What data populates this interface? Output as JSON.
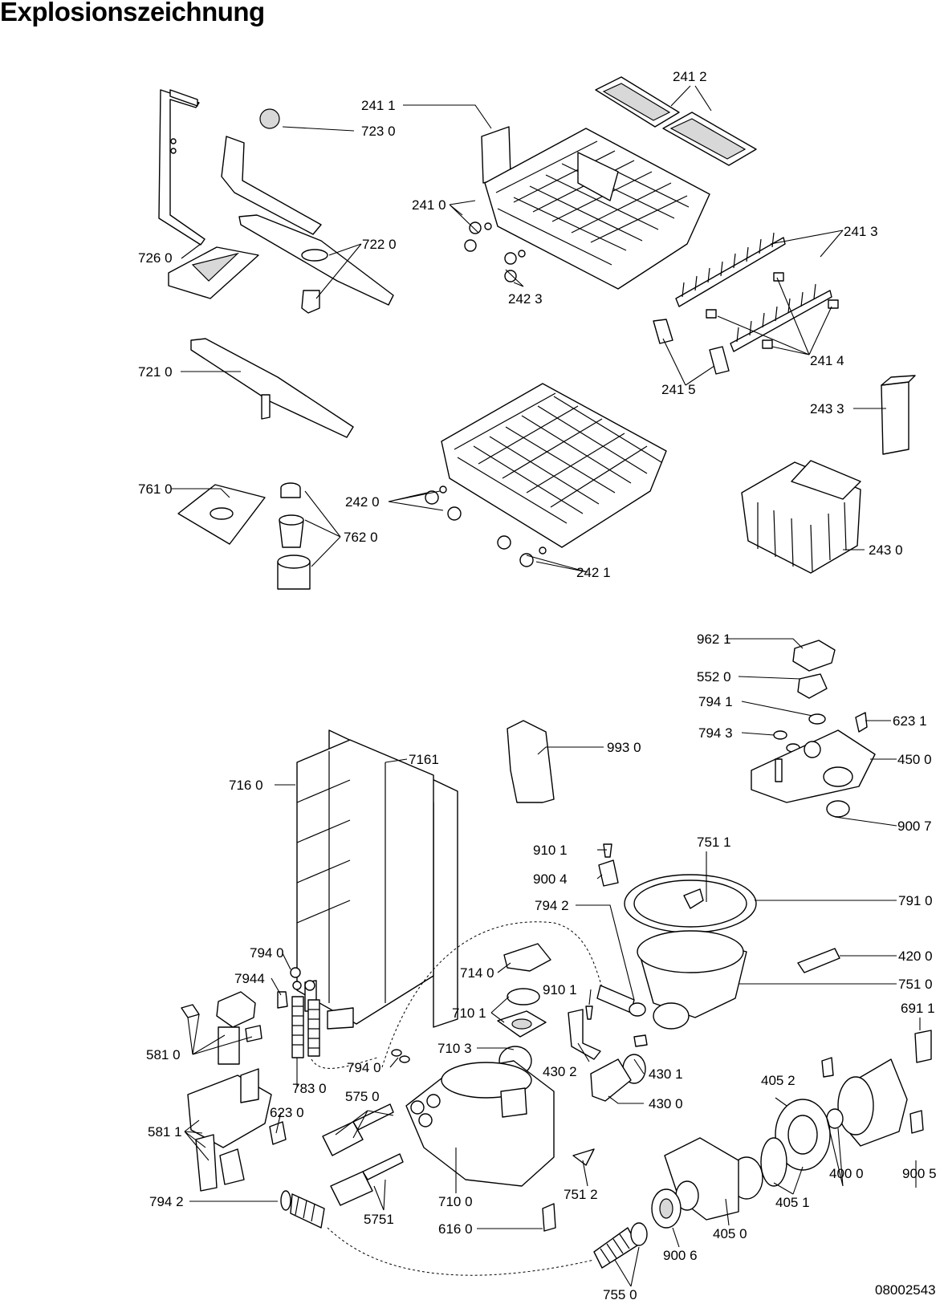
{
  "title": "Explosionszeichnung",
  "document_id": "08002543",
  "parts": {
    "p2411": "241 1",
    "p7230": "723 0",
    "p2412": "241 2",
    "p2410": "241 0",
    "p7260": "726 0",
    "p7220": "722 0",
    "p2423": "242 3",
    "p2413": "241 3",
    "p2414": "241 4",
    "p2415": "241 5",
    "p7210": "721 0",
    "p2433": "243 3",
    "p7610": "761 0",
    "p2420": "242 0",
    "p7620": "762 0",
    "p2430": "243 0",
    "p2421": "242 1",
    "p9621": "962 1",
    "p5520": "552 0",
    "p7941": "794 1",
    "p7943": "794 3",
    "p6231a": "623 1",
    "p4500": "450 0",
    "p9007": "900 7",
    "p7161": "7161",
    "p7160": "716 0",
    "p9930": "993 0",
    "p9101a": "910 1",
    "p7511": "751 1",
    "p9004": "900 4",
    "p7942a": "794 2",
    "p7910": "791 0",
    "p7940a": "794 0",
    "p7944": "7944",
    "p7140": "714 0",
    "p9101b": "910 1",
    "p4200": "420 0",
    "p7510": "751 0",
    "p7101": "710 1",
    "p6911": "691 1",
    "p5810": "581 0",
    "p7940b": "794 0",
    "p7103": "710 3",
    "p4302": "430 2",
    "p4301": "430 1",
    "p7830": "783 0",
    "p5750": "575 0",
    "p4300": "430 0",
    "p4052": "405 2",
    "p6230": "623 0",
    "p5811": "581 1",
    "p4000": "400 0",
    "p9005": "900 5",
    "p7512": "751 2",
    "p7100": "710 0",
    "p4051": "405 1",
    "p7942b": "794 2",
    "p5751": "5751",
    "p6160": "616 0",
    "p4050": "405 0",
    "p9006": "900 6",
    "p7550": "755 0"
  }
}
